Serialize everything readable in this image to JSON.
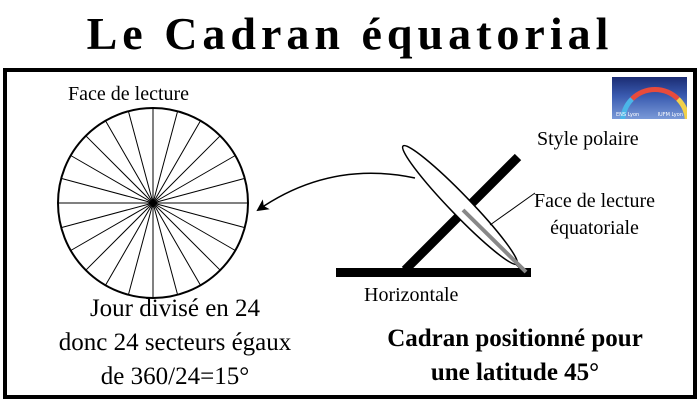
{
  "title": "Le Cadran équatorial",
  "labels": {
    "face_top": "Face de lecture",
    "style_polaire": "Style polaire",
    "face_eq_line1": "Face de lecture",
    "face_eq_line2": "équatoriale",
    "horizontale": "Horizontale",
    "jour_line1": "Jour divisé en 24",
    "jour_line2": "donc 24 secteurs égaux",
    "jour_line3": "de 360/24=15°",
    "cadran_line1": "Cadran positionné pour",
    "cadran_line2": "une latitude 45°"
  },
  "logo": {
    "left_text": "ENS Lyon",
    "right_text": "IUFM Lyon"
  },
  "dial": {
    "sectors": 24
  },
  "colors": {
    "ink": "#000000",
    "reading_face_stroke": "#888888"
  }
}
